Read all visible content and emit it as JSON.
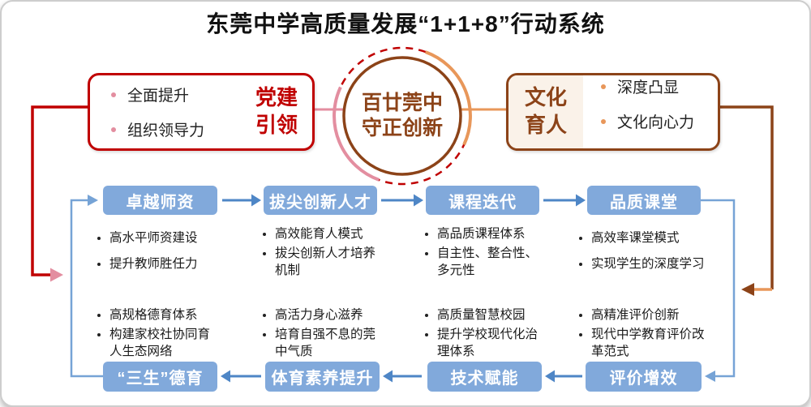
{
  "title": "东莞中学高质量发展“1+1+8”行动系统",
  "center": {
    "line1": "百廿莞中",
    "line2": "守正创新"
  },
  "party_box": {
    "label_line1": "党建",
    "label_line2": "引领",
    "bullets": [
      "全面提升",
      "组织领导力"
    ]
  },
  "culture_box": {
    "label_line1": "文化",
    "label_line2": "育人",
    "bullets": [
      "深度凸显",
      "文化向心力"
    ]
  },
  "flow_top": [
    {
      "label": "卓越师资",
      "bullets": [
        "高水平师资建设",
        "提升教师胜任力"
      ]
    },
    {
      "label": "拔尖创新人才",
      "bullets": [
        "高效能育人模式",
        "拔尖创新人才培养机制"
      ]
    },
    {
      "label": "课程迭代",
      "bullets": [
        "高品质课程体系",
        "自主性、整合性、多元性"
      ]
    },
    {
      "label": "品质课堂",
      "bullets": [
        "高效率课堂模式",
        "实现学生的深度学习"
      ]
    }
  ],
  "flow_bottom": [
    {
      "label": "“三生”德育",
      "bullets": [
        "高规格德育体系",
        "构建家校社协同育人生态网络"
      ]
    },
    {
      "label": "体育素养提升",
      "bullets": [
        "高活力身心滋养",
        "培育自强不息的莞中气质"
      ]
    },
    {
      "label": "技术赋能",
      "bullets": [
        "高质量智慧校园",
        "提升学校现代化治理体系"
      ]
    },
    {
      "label": "评价增效",
      "bullets": [
        "高精准评价创新",
        "现代中学教育评价改革范式"
      ]
    }
  ],
  "colors": {
    "red": "#C00000",
    "pink": "#E38EA0",
    "brown": "#8C4318",
    "orange": "#E8975A",
    "cream": "#FAF2E9",
    "blue_box": "#81A9DB",
    "blue_line": "#76A3D6",
    "blue_arrow": "#4E86C6"
  }
}
